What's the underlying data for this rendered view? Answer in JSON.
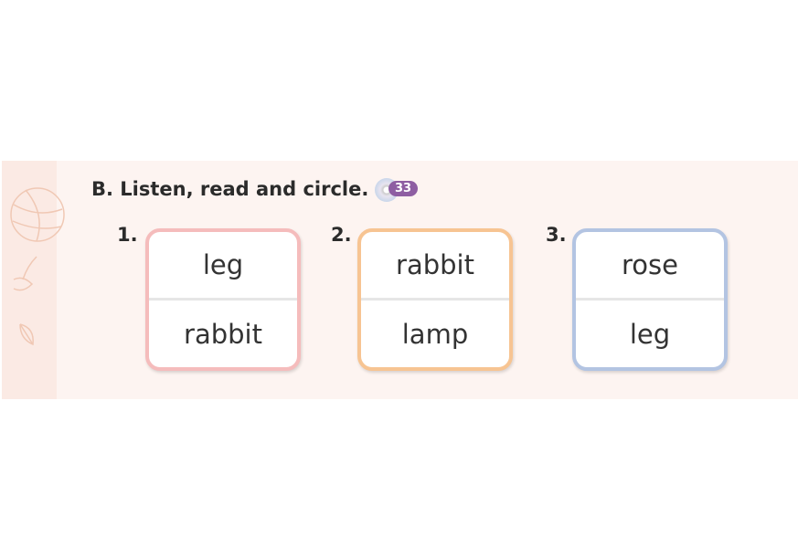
{
  "exercise": {
    "title": "B. Listen, read and circle.",
    "track": "33"
  },
  "items": [
    {
      "number": "1.",
      "options": [
        "leg",
        "rabbit"
      ],
      "color": "#f5bcbc"
    },
    {
      "number": "2.",
      "options": [
        "rabbit",
        "lamp"
      ],
      "color": "#f7c492"
    },
    {
      "number": "3.",
      "options": [
        "rose",
        "leg"
      ],
      "color": "#b3c4e2"
    }
  ]
}
